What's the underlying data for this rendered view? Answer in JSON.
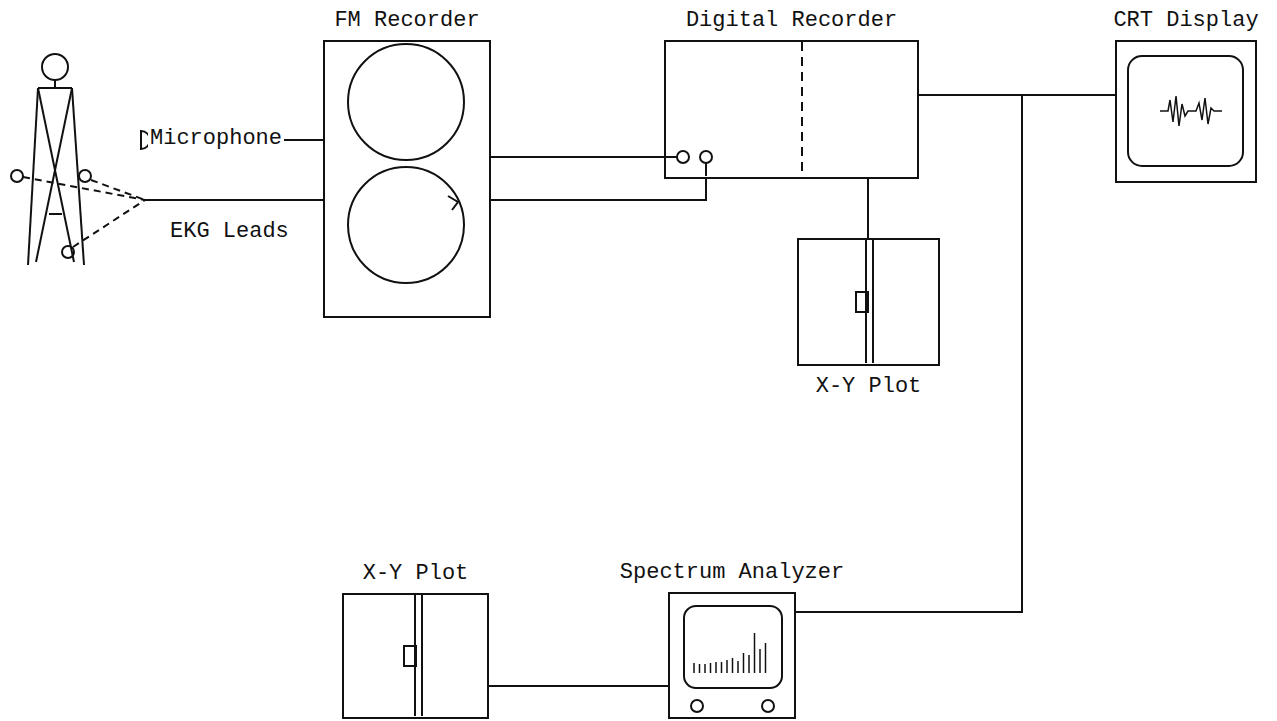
{
  "diagram": {
    "nodes": [
      {
        "text": [
          "FM Recorder"
        ]
      },
      {
        "text": [
          "Digital Recorder"
        ]
      },
      {
        "text": [
          "CRT Display"
        ]
      },
      {
        "text": [
          "X-Y Plot"
        ]
      },
      {
        "text": [
          "Spectrum Analyzer"
        ]
      },
      {
        "text": [
          "X-Y Plot"
        ]
      }
    ],
    "edges": [
      {
        "from": 0,
        "to": 1,
        "arrow": "none"
      },
      {
        "from": 0,
        "to": 1,
        "arrow": "none"
      },
      {
        "from": 1,
        "to": 2,
        "arrow": "none"
      },
      {
        "from": 1,
        "to": 3,
        "arrow": "none"
      },
      {
        "from": 1,
        "to": 4,
        "arrow": "none"
      },
      {
        "from": 4,
        "to": 5,
        "arrow": "none"
      }
    ],
    "labels": [
      "Microphone",
      "EKG Leads"
    ]
  }
}
